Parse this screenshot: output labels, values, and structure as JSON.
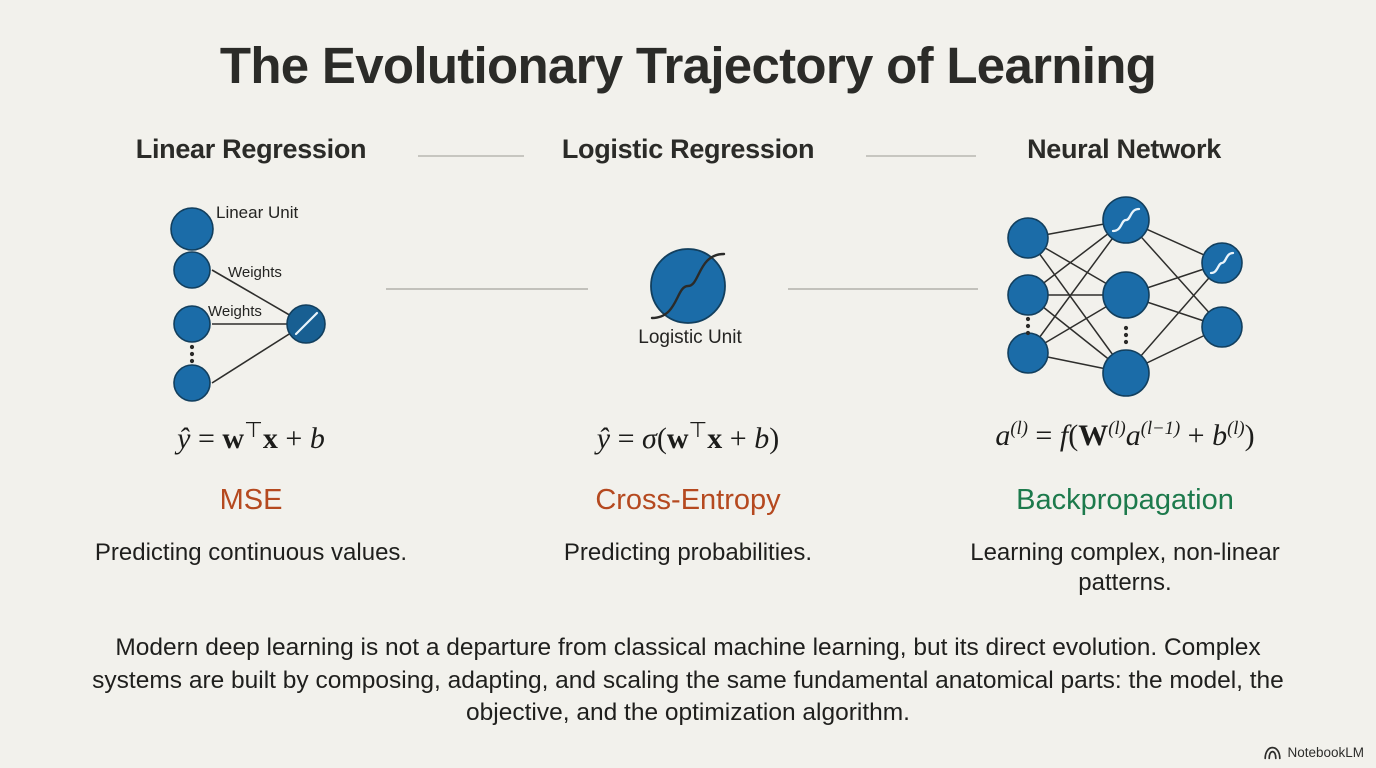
{
  "title": "The Evolutionary Trajectory of Learning",
  "colors": {
    "background": "#f2f1ec",
    "node_fill": "#1b6ca8",
    "node_fill_dark": "#185f92",
    "node_stroke": "#123f5e",
    "edge": "#2e2e2c",
    "rule": "#c7c6c0",
    "text": "#2b2b28",
    "mse": "#b5491f",
    "cross_entropy": "#b5491f",
    "backprop": "#1d7a4c"
  },
  "columns": [
    {
      "header": "Linear Regression",
      "diagram": "linear-unit-diagram",
      "unit_label": "Linear Unit",
      "edge_labels": [
        "Weights",
        "Weights"
      ],
      "formula_plain": "ŷ = wᵀx + b",
      "objective": "MSE",
      "objective_color": "#b5491f",
      "description": "Predicting continuous values."
    },
    {
      "header": "Logistic Regression",
      "diagram": "logistic-unit-diagram",
      "unit_label": "Logistic Unit",
      "edge_labels": [],
      "formula_plain": "ŷ = σ(wᵀx + b)",
      "objective": "Cross-Entropy",
      "objective_color": "#b5491f",
      "description": "Predicting probabilities."
    },
    {
      "header": "Neural Network",
      "diagram": "neural-network-diagram",
      "unit_label": "",
      "edge_labels": [],
      "formula_plain": "a⁽ˡ⁾ = f(W⁽ˡ⁾a⁽ˡ⁻¹⁾ + b⁽ˡ⁾)",
      "objective": "Backpropagation",
      "objective_color": "#1d7a4c",
      "description": "Learning complex, non-linear patterns."
    }
  ],
  "footer": {
    "paragraph": "Modern deep learning is not a departure from classical machine learning, but its direct evolution. Complex systems are built by composing, adapting, and scaling the same fundamental anatomical parts: the model, the objective, and the optimization algorithm."
  },
  "watermark": {
    "label": "NotebookLM",
    "icon": "notebooklm-arc-icon"
  },
  "network": {
    "input_nodes": 3,
    "hidden_nodes": 3,
    "output_nodes": 2,
    "activation_nodes": [
      "hidden-top",
      "output-top"
    ],
    "ellipsis_columns": [
      "input",
      "hidden"
    ]
  },
  "linear_diagram": {
    "input_nodes": 3,
    "output_nodes": 1,
    "output_activation": "linear",
    "ellipsis": true
  }
}
